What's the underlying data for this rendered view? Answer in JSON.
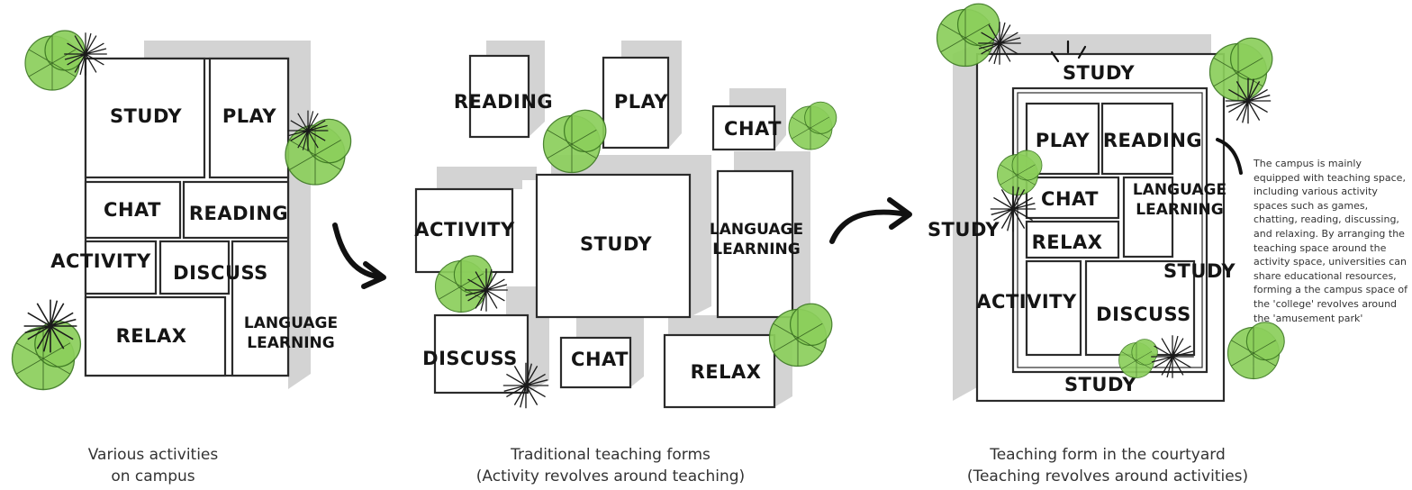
{
  "panel1": {
    "labels": {
      "study": "STUDY",
      "play": "PLAY",
      "chat": "CHAT",
      "reading": "READING",
      "activity": "ACTIVITY",
      "discuss": "DISCUSS",
      "relax": "RELAX",
      "language_1": "LANGUAGE",
      "language_2": "LEARNING"
    },
    "caption_1": "Various activities",
    "caption_2": "on campus"
  },
  "panel2": {
    "labels": {
      "reading": "READING",
      "play": "PLAY",
      "chat_top": "CHAT",
      "activity": "ACTIVITY",
      "study": "STUDY",
      "language_1": "LANGUAGE",
      "language_2": "LEARNING",
      "discuss": "DISCUSS",
      "chat_bottom": "CHAT",
      "relax": "RELAX"
    },
    "caption_1": "Traditional teaching forms",
    "caption_2": "(Activity revolves around teaching)"
  },
  "panel3": {
    "labels": {
      "study_top": "STUDY",
      "study_left": "STUDY",
      "study_right": "STUDY",
      "study_bottom": "STUDY",
      "play": "PLAY",
      "reading": "READING",
      "chat": "CHAT",
      "language_1": "LANGUAGE",
      "language_2": "LEARNING",
      "relax": "RELAX",
      "activity": "ACTIVITY",
      "discuss": "DISCUSS"
    },
    "caption_1": "Teaching form in the courtyard",
    "caption_2": "(Teaching revolves around activities)"
  },
  "description": "The campus is mainly equipped with teaching space, including various activity spaces such as games, chatting, reading, discussing, and relaxing. By arranging the teaching space around the activity space, universities can share educational resources, forming a the campus space of the 'college' revolves around the 'amusement park'",
  "colors": {
    "tree_green": "#8ccf5c",
    "shadow_grey": "#d3d3d3",
    "ink": "#2b2b2b"
  }
}
